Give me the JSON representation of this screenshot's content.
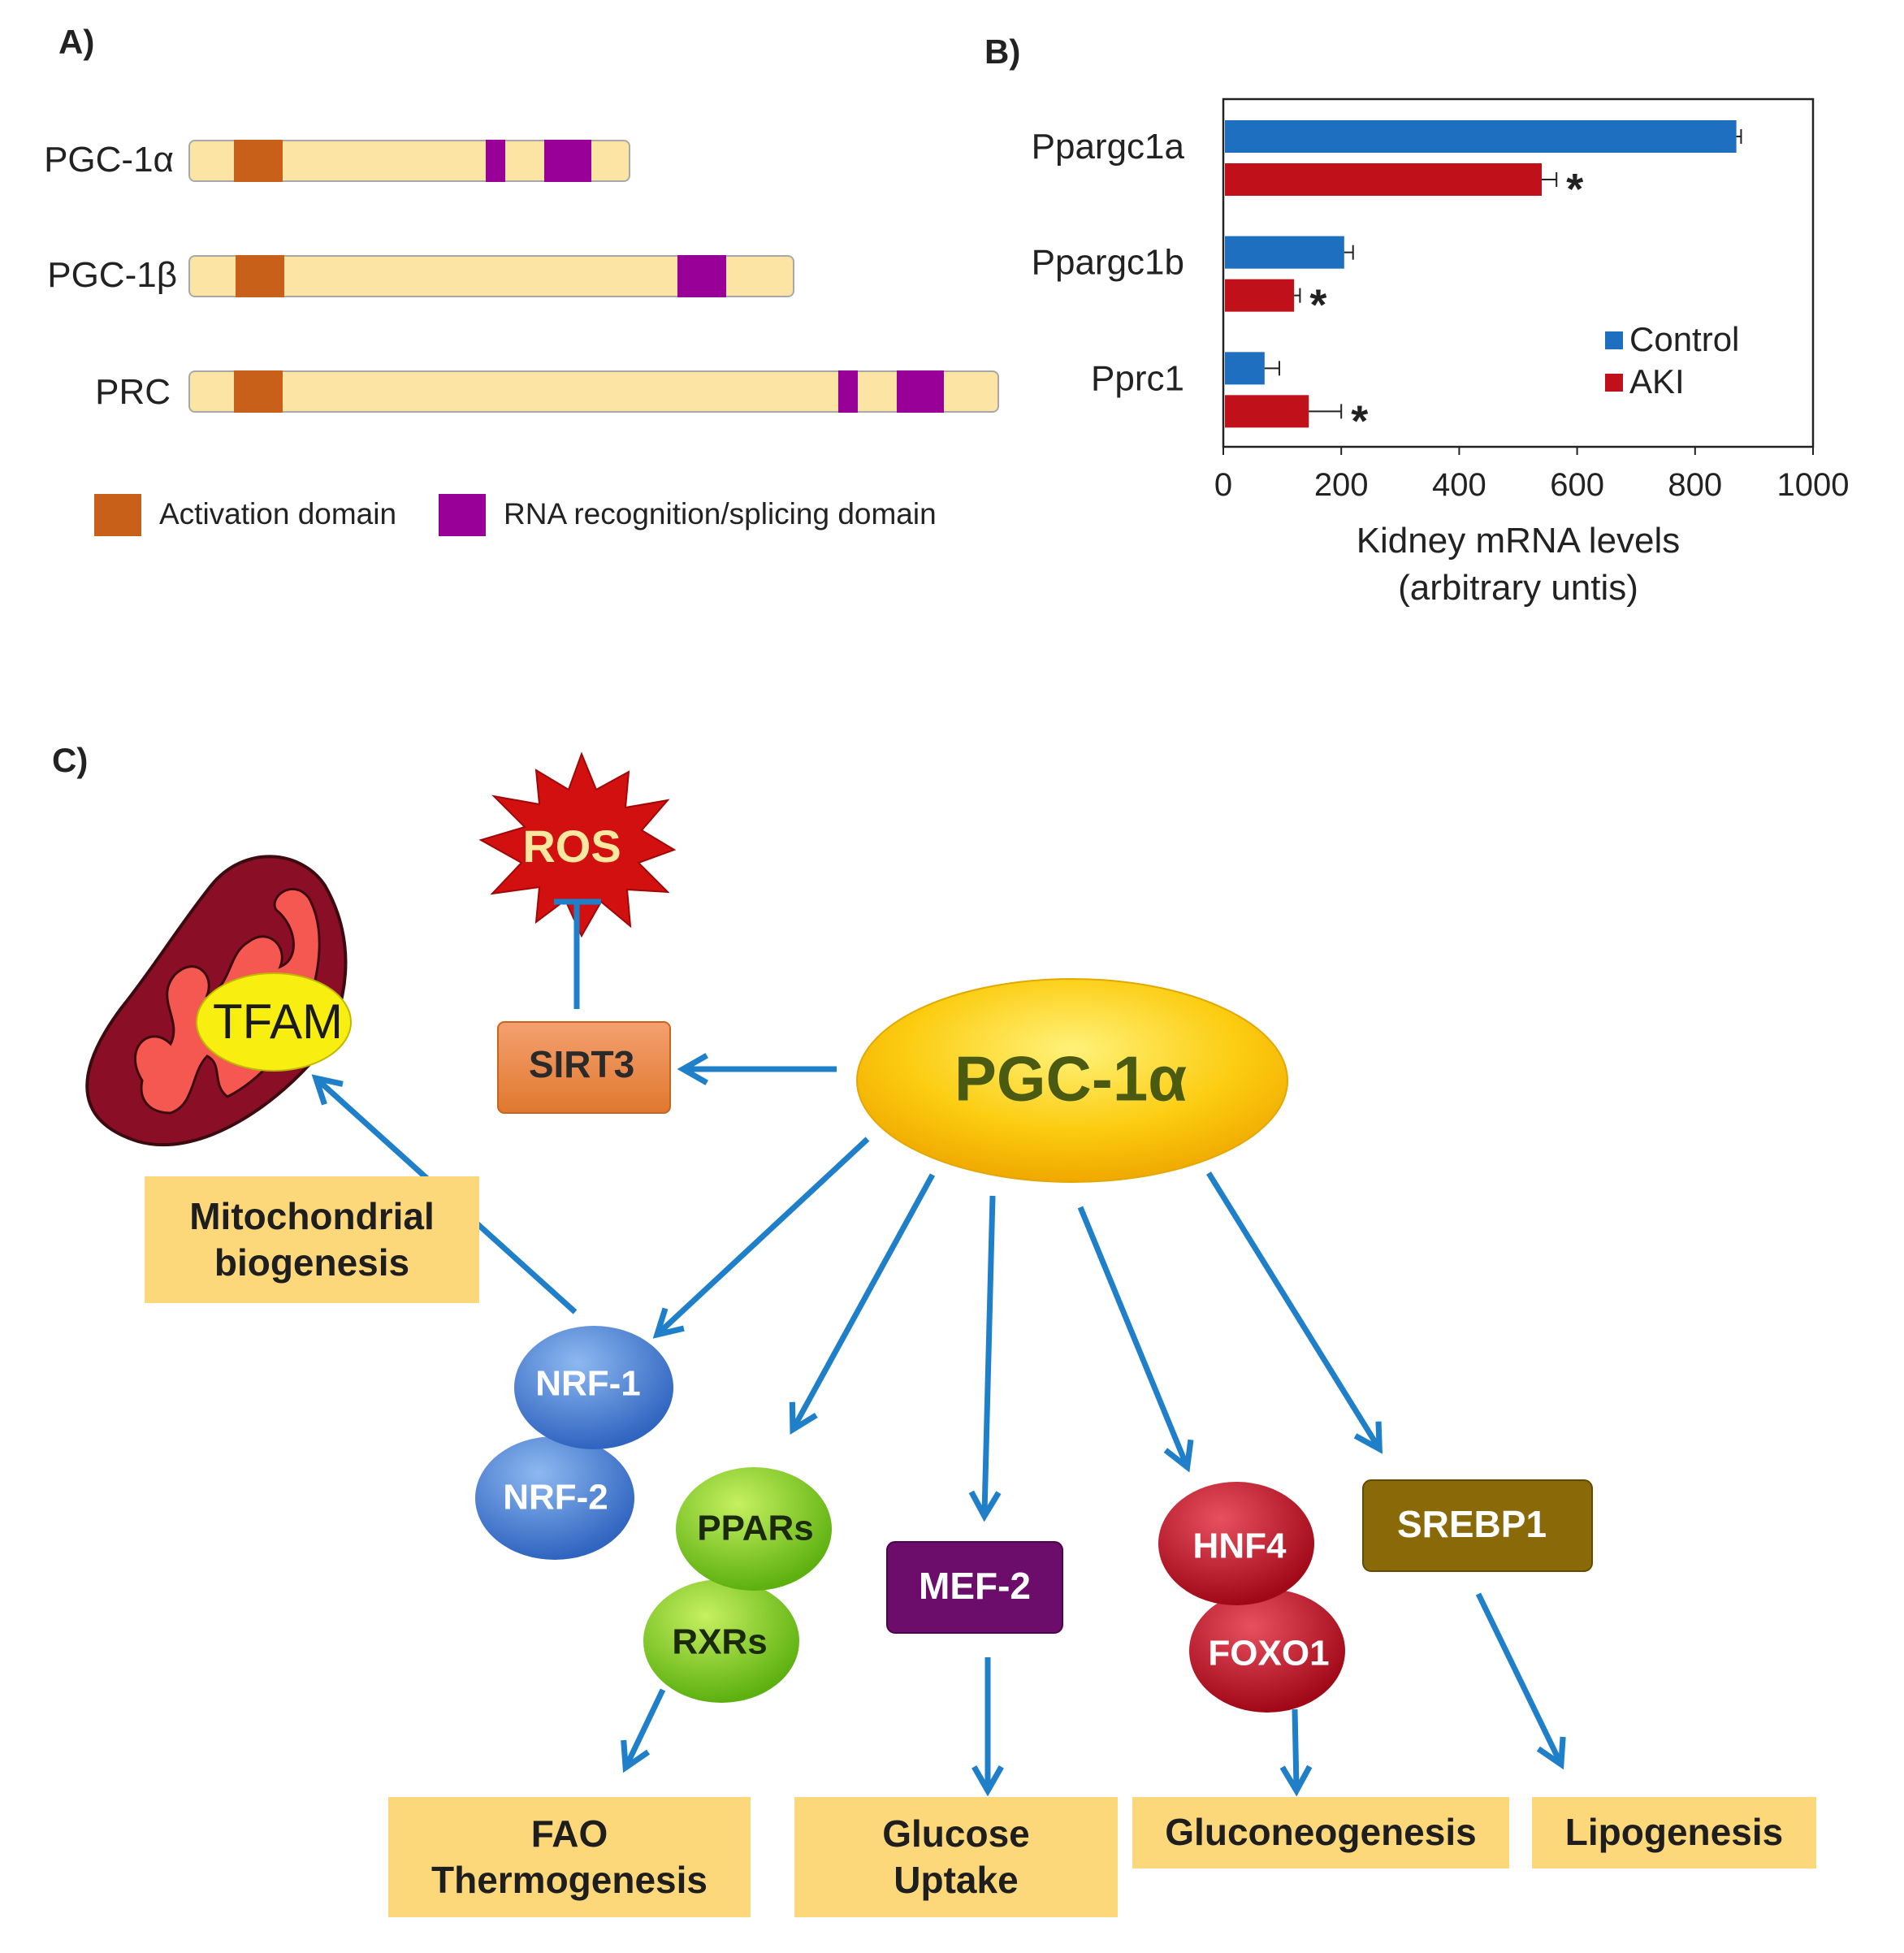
{
  "panel_a": {
    "label": "A)",
    "proteins": [
      {
        "name": "PGC-1α"
      },
      {
        "name": "PGC-1β"
      },
      {
        "name": "PRC"
      }
    ],
    "legend": [
      {
        "label": "Activation domain",
        "color": "#c8601a"
      },
      {
        "label": "RNA recognition/splicing domain",
        "color": "#980098"
      }
    ]
  },
  "panel_b": {
    "label": "B)"
  },
  "chart_data": {
    "type": "bar",
    "orientation": "horizontal",
    "categories": [
      "Ppargc1a",
      "Ppargc1b",
      "Pprc1"
    ],
    "series": [
      {
        "name": "Control",
        "color": "#1f6fc0",
        "values": [
          870,
          205,
          70
        ],
        "errors": [
          8,
          15,
          25
        ]
      },
      {
        "name": "AKI",
        "color": "#c0101a",
        "values": [
          540,
          120,
          145
        ],
        "errors": [
          25,
          10,
          55
        ]
      }
    ],
    "significance": [
      "*",
      "*",
      "*"
    ],
    "xlim": [
      0,
      1000
    ],
    "xticks": [
      "0",
      "200",
      "400",
      "600",
      "800",
      "1000"
    ],
    "xlabel_line1": "Kidney mRNA levels",
    "xlabel_line2": "(arbitrary untis)",
    "legend_position": "right"
  },
  "panel_c": {
    "label": "C)",
    "center": "PGC-1α",
    "ros": "ROS",
    "sirt3": "SIRT3",
    "tfam": "TFAM",
    "nrf1": "NRF-1",
    "nrf2": "NRF-2",
    "ppars": "PPARs",
    "rxrs": "RXRs",
    "mef2": "MEF-2",
    "hnf4": "HNF4",
    "foxo1": "FOXO1",
    "srebp1": "SREBP1",
    "outcomes": {
      "mito": "Mitochondrial\nbiogenesis",
      "fao": "FAO\nThermogenesis",
      "glucose": "Glucose\nUptake",
      "gluconeo": "Gluconeogenesis",
      "lipo": "Lipogenesis"
    },
    "colors": {
      "arrow": "#1f7fc8",
      "yellow_box": "#fdd87a"
    }
  }
}
